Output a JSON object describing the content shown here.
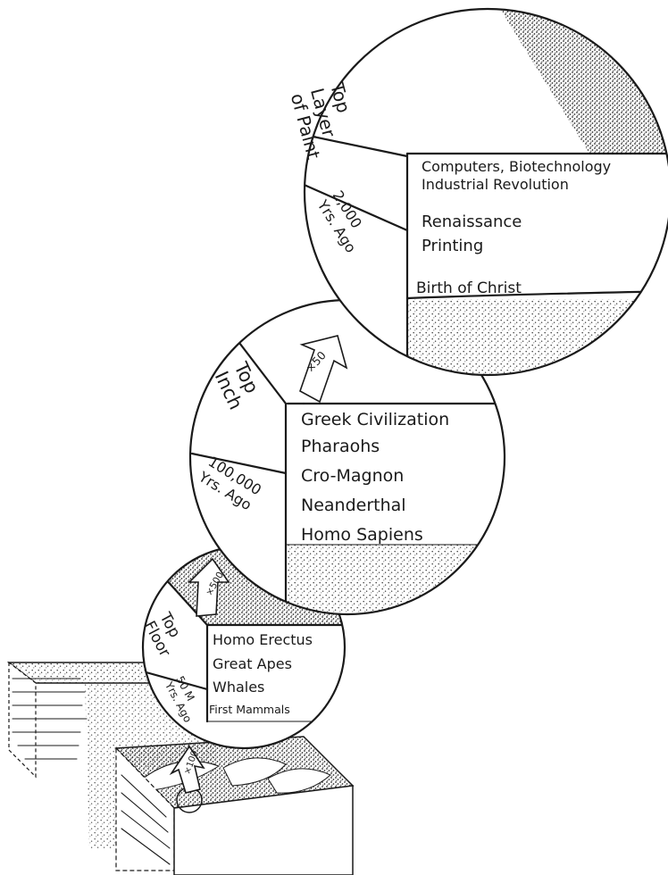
{
  "top_view": {
    "side_label_lines": [
      "Top",
      "Layer",
      "of Paint"
    ],
    "age_lines": [
      "2,000",
      "Yrs. Ago"
    ],
    "events": [
      "Computers, Biotechnology",
      "Industrial Revolution",
      "Renaissance",
      "Printing",
      "Birth of Christ"
    ]
  },
  "middle_view": {
    "magnification": "×50",
    "side_label_lines": [
      "Top",
      "Inch"
    ],
    "age_lines": [
      "100,000",
      "Yrs. Ago"
    ],
    "events": [
      "Greek Civilization",
      "Pharaohs",
      "Cro-Magnon",
      "Neanderthal",
      "Homo Sapiens"
    ]
  },
  "bottom_view": {
    "magnification": "×500",
    "side_label_lines": [
      "Top",
      "Floor"
    ],
    "age_lines": [
      "50 M",
      "Yrs. Ago"
    ],
    "events": [
      "Homo Erectus",
      "Great Apes",
      "Whales",
      "First Mammals"
    ]
  },
  "base_view": {
    "magnification": "×100"
  }
}
